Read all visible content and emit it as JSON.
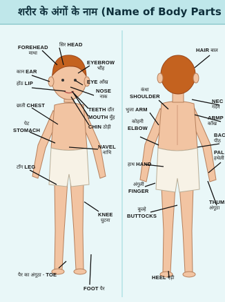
{
  "title": "शरीर के अंगों के नाम (Name of Body Parts",
  "front_labels": [
    {
      "id": "forehead",
      "en": "FOREHEAD",
      "hi": "माथा"
    },
    {
      "id": "head",
      "en": "HEAD",
      "hi": "सिर"
    },
    {
      "id": "eyebrow",
      "en": "EYEBROW",
      "hi": "भौंह"
    },
    {
      "id": "ear",
      "en": "EAR",
      "hi": "कान"
    },
    {
      "id": "lip",
      "en": "LIP",
      "hi": "होंठ"
    },
    {
      "id": "eye",
      "en": "EYE",
      "hi": "आँख"
    },
    {
      "id": "nose",
      "en": "NOSE",
      "hi": "नाक"
    },
    {
      "id": "chest",
      "en": "CHEST",
      "hi": "छाती"
    },
    {
      "id": "teeth",
      "en": "TEETH",
      "hi": "दाँत"
    },
    {
      "id": "mouth",
      "en": "MOUTH",
      "hi": "मुँह"
    },
    {
      "id": "chin",
      "en": "CHIN",
      "hi": "ठोड़ी"
    },
    {
      "id": "stomach",
      "en": "STOMACH",
      "hi": "पेट"
    },
    {
      "id": "navel",
      "en": "NAVEL",
      "hi": "नाभि"
    },
    {
      "id": "leg",
      "en": "LEG",
      "hi": "टाँग"
    },
    {
      "id": "knee",
      "en": "KNEE",
      "hi": "घुटना"
    },
    {
      "id": "toe",
      "en": "TOE",
      "hi": "पैर का अंगूठा"
    },
    {
      "id": "foot",
      "en": "FOOT",
      "hi": "पैर"
    }
  ],
  "back_labels": [
    {
      "id": "hair",
      "en": "HAIR",
      "hi": "बाल"
    },
    {
      "id": "shoulder",
      "en": "SHOULDER",
      "hi": "कंधा"
    },
    {
      "id": "arm",
      "en": "ARM",
      "hi": "भुजा"
    },
    {
      "id": "elbow",
      "en": "ELBOW",
      "hi": "कोहनी"
    },
    {
      "id": "hand",
      "en": "HAND",
      "hi": "हाथ"
    },
    {
      "id": "finger",
      "en": "FINGER",
      "hi": "अंगुली"
    },
    {
      "id": "buttocks",
      "en": "BUTTOCKS",
      "hi": "कूल्हे"
    },
    {
      "id": "heel",
      "en": "HEEL",
      "hi": "एड़ी"
    },
    {
      "id": "neck",
      "en": "NEC",
      "hi": "गर्दन"
    },
    {
      "id": "armpit",
      "en": "ARMP",
      "hi": "काँख"
    },
    {
      "id": "back",
      "en": "BAC",
      "hi": "पीठ"
    },
    {
      "id": "palm",
      "en": "PAL",
      "hi": "हथेली"
    },
    {
      "id": "thumb",
      "en": "THUM",
      "hi": "अंगूठा"
    }
  ],
  "colors": {
    "title_bar": "#bfe7ea",
    "background": "#e9f7f8",
    "skin": "#f2c4a2",
    "hair": "#c4621f",
    "shorts": "#f7f2e6"
  }
}
